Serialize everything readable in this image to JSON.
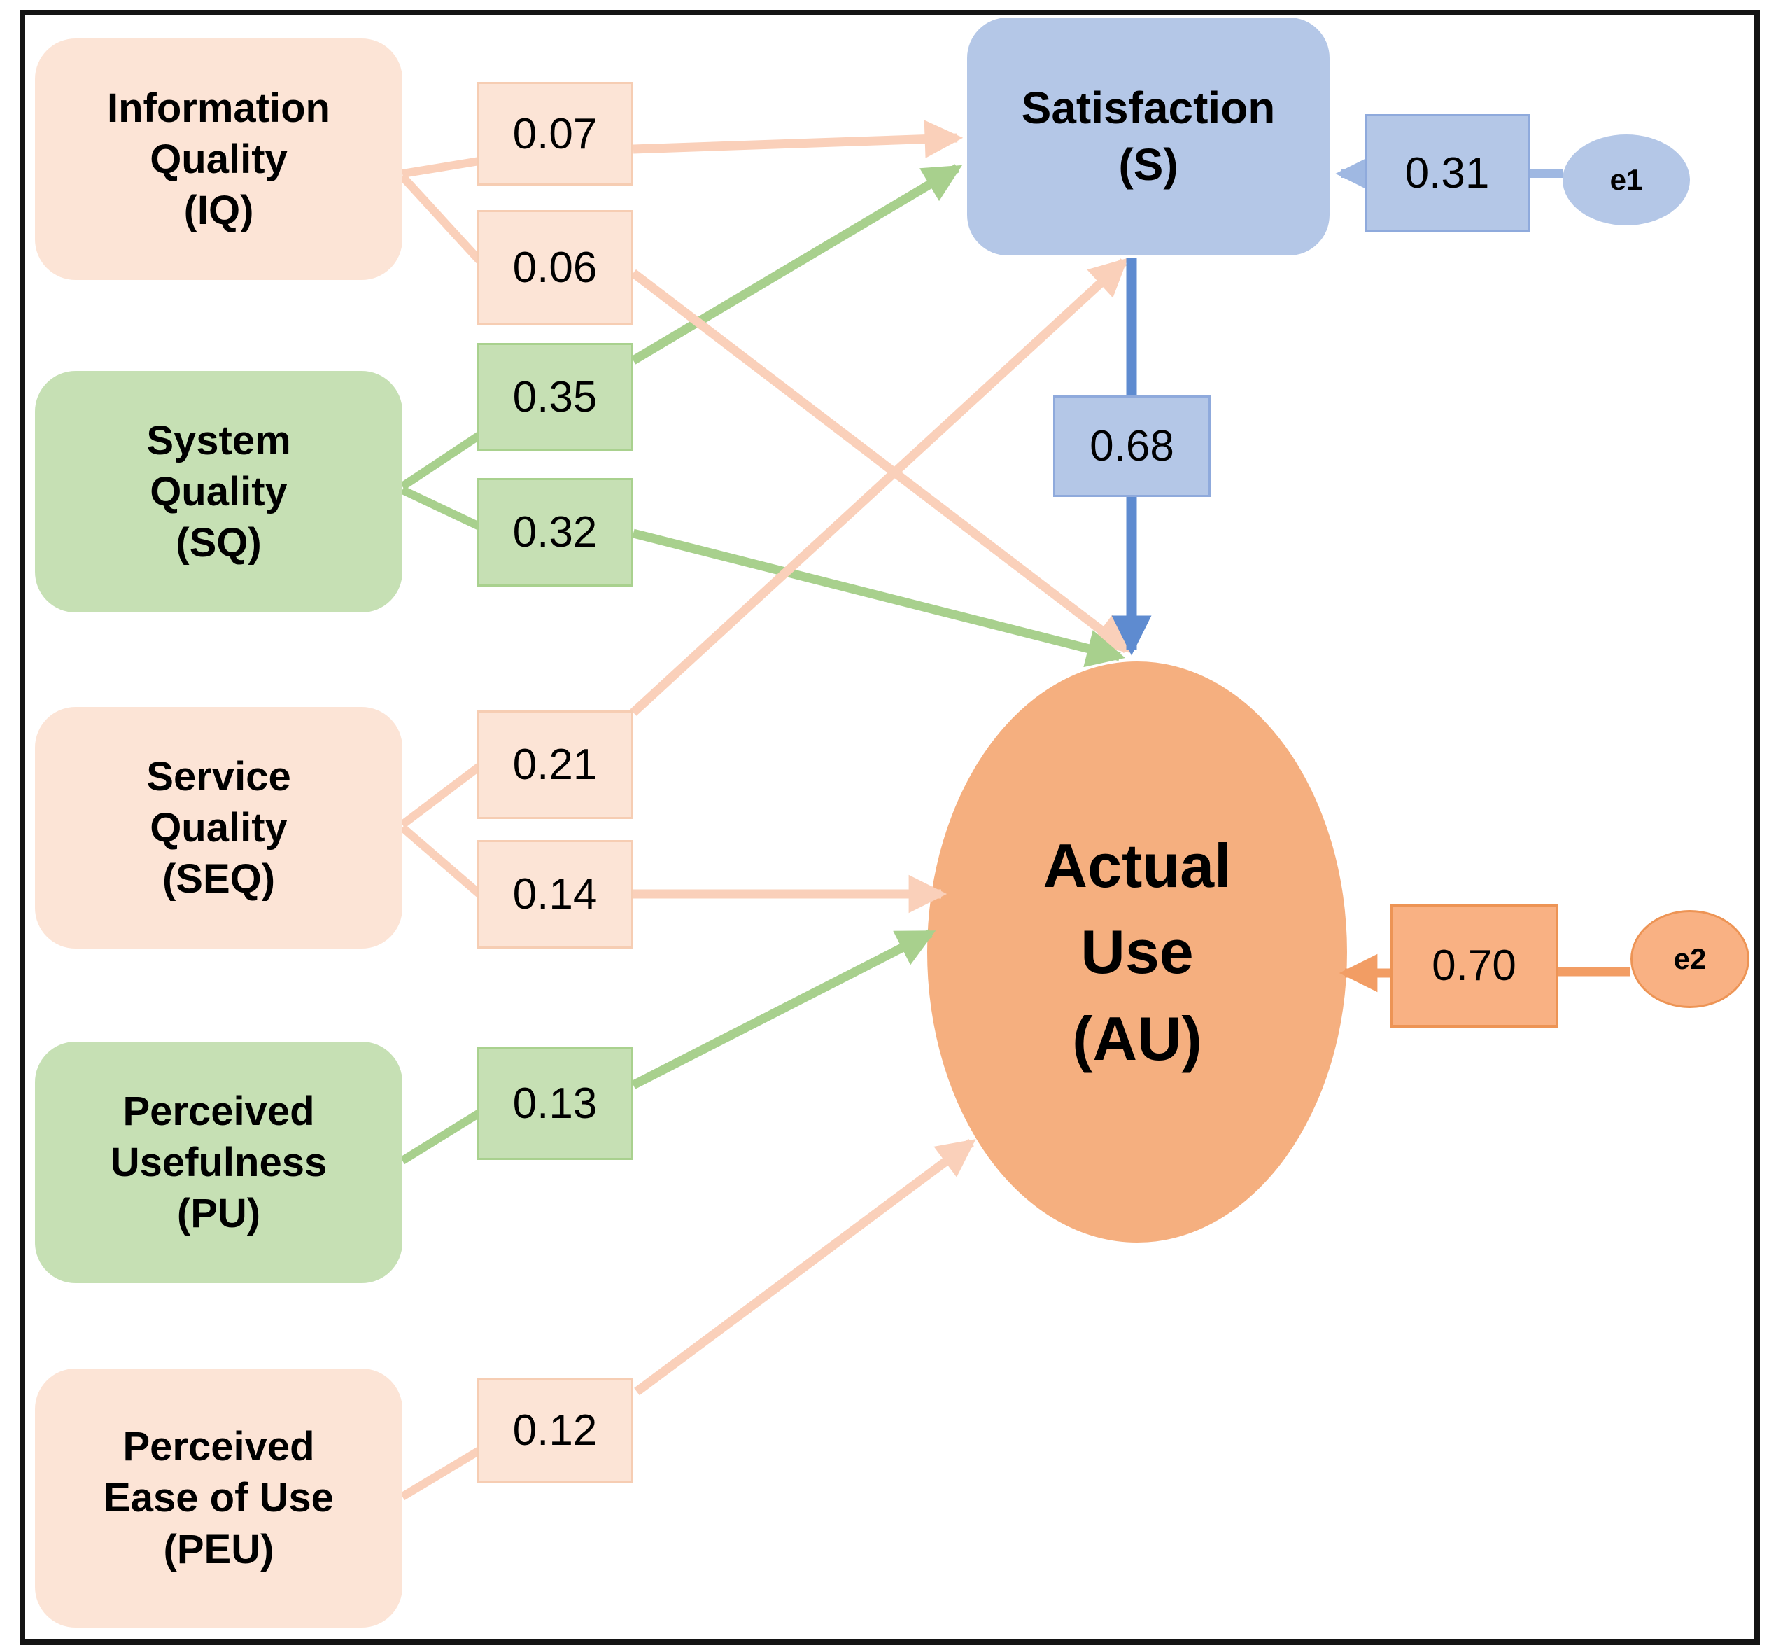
{
  "diagram_type": "SEM path diagram",
  "nodes": {
    "iq": {
      "id": "IQ",
      "label_lines": [
        "Information",
        "Quality",
        "(IQ)"
      ],
      "color": "#FCE4D6"
    },
    "sq": {
      "id": "SQ",
      "label_lines": [
        "System",
        "Quality",
        "(SQ)"
      ],
      "color": "#C6E0B4"
    },
    "seq": {
      "id": "SEQ",
      "label_lines": [
        "Service",
        "Quality",
        "(SEQ)"
      ],
      "color": "#FCE4D6"
    },
    "pu": {
      "id": "PU",
      "label_lines": [
        "Perceived",
        "Usefulness",
        "(PU)"
      ],
      "color": "#C6E0B4"
    },
    "peu": {
      "id": "PEU",
      "label_lines": [
        "Perceived",
        "Ease of Use",
        "(PEU)"
      ],
      "color": "#FCE4D6"
    },
    "s": {
      "id": "S",
      "label_lines": [
        "Satisfaction",
        "(S)"
      ],
      "color": "#B4C7E7"
    },
    "au": {
      "id": "AU",
      "label_lines": [
        "Actual",
        "Use",
        "(AU)"
      ],
      "color": "#F5AF7F"
    },
    "e1": {
      "id": "e1",
      "label": "e1",
      "color": "#B4C7E7"
    },
    "e2": {
      "id": "e2",
      "label": "e2",
      "color": "#F9B183"
    }
  },
  "edges": [
    {
      "from": "IQ",
      "to": "S",
      "coefficient": "0.07",
      "color_key": "peach"
    },
    {
      "from": "IQ",
      "to": "AU",
      "coefficient": "0.06",
      "color_key": "peach"
    },
    {
      "from": "SQ",
      "to": "S",
      "coefficient": "0.35",
      "color_key": "green"
    },
    {
      "from": "SQ",
      "to": "AU",
      "coefficient": "0.32",
      "color_key": "green"
    },
    {
      "from": "SEQ",
      "to": "S",
      "coefficient": "0.21",
      "color_key": "peach"
    },
    {
      "from": "SEQ",
      "to": "AU",
      "coefficient": "0.14",
      "color_key": "peach"
    },
    {
      "from": "PU",
      "to": "AU",
      "coefficient": "0.13",
      "color_key": "green"
    },
    {
      "from": "PEU",
      "to": "AU",
      "coefficient": "0.12",
      "color_key": "peach"
    },
    {
      "from": "S",
      "to": "AU",
      "coefficient": "0.68",
      "color_key": "blue"
    },
    {
      "from": "e1",
      "to": "S",
      "coefficient": "0.31",
      "color_key": "blue_light"
    },
    {
      "from": "e2",
      "to": "AU",
      "coefficient": "0.70",
      "color_key": "orange"
    }
  ],
  "colors": {
    "peach_fill": "#FCE4D6",
    "green_fill": "#C6E0B4",
    "blue_fill": "#B4C7E7",
    "orange_fill": "#F9B183",
    "au_fill": "#F5AF7F",
    "peach_arrow": "#FAD0BA",
    "green_arrow": "#A8D08D",
    "blue_arrow": "#5E8BD0",
    "blue_light_arrow": "#9FB8E2",
    "orange_arrow": "#F29D64",
    "frame": "#141414"
  }
}
